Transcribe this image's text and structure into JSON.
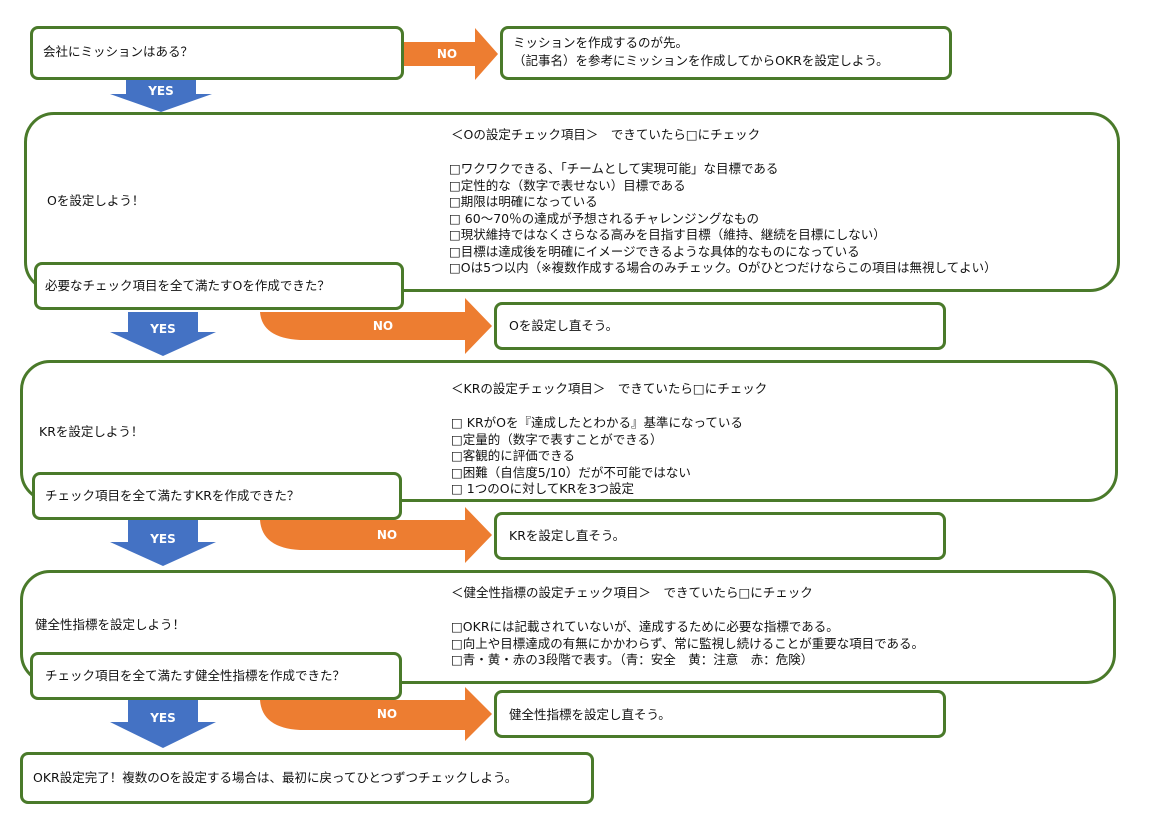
{
  "colors": {
    "green_border": "#4a7a2a",
    "blue_arrow": "#4472c4",
    "orange_arrow": "#ed7d31"
  },
  "q1": "会社にミッションはある？",
  "mission_box": {
    "line1": "ミッションを作成するのが先。",
    "line2": "（記事名）を参考にミッションを作成してからOKRを設定しよう。"
  },
  "labels": {
    "yes": "YES",
    "no": "NO"
  },
  "o_section": {
    "title": "Oを設定しよう！",
    "checklist_header": "＜Oの設定チェック項目＞　できていたら□にチェック",
    "items": [
      "□ワクワクできる、「チームとして実現可能」な目標である",
      "□定性的な（数字で表せない）目標である",
      "□期限は明確になっている",
      "□ 60〜70％の達成が予想されるチャレンジングなもの",
      "□現状維持ではなくさらなる高みを目指す目標（維持、継続を目標にしない）",
      "□目標は達成後を明確にイメージできるような具体的なものになっている",
      "□Oは5つ以内（※複数作成する場合のみチェック。Oがひとつだけならこの項目は無視してよい）"
    ],
    "question": "必要なチェック項目を全て満たすOを作成できた？",
    "retry": "Oを設定し直そう。"
  },
  "kr_section": {
    "title": "KRを設定しよう！",
    "checklist_header": "＜KRの設定チェック項目＞　できていたら□にチェック",
    "items": [
      "□ KRがOを『達成したとわかる』基準になっている",
      "□定量的（数字で表すことができる）",
      "□客観的に評価できる",
      "□困難（自信度5/10）だが不可能ではない",
      "□ 1つのOに対してKRを3つ設定"
    ],
    "question": "チェック項目を全て満たすKRを作成できた？",
    "retry": "KRを設定し直そう。"
  },
  "health_section": {
    "title": "健全性指標を設定しよう！",
    "checklist_header": "＜健全性指標の設定チェック項目＞　できていたら□にチェック",
    "items": [
      "□OKRには記載されていないが、達成するために必要な指標である。",
      "□向上や目標達成の有無にかかわらず、常に監視し続けることが重要な項目である。",
      "□青・黄・赤の3段階で表す。（青：安全　黄：注意　赤：危険）"
    ],
    "question": "チェック項目を全て満たす健全性指標を作成できた？",
    "retry": "健全性指標を設定し直そう。"
  },
  "final": "OKR設定完了！複数のOを設定する場合は、最初に戻ってひとつずつチェックしよう。"
}
